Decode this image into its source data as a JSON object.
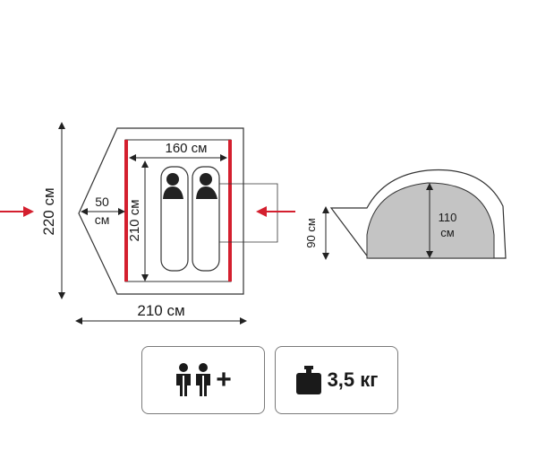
{
  "floor_plan": {
    "dim_width_inner": "160 см",
    "dim_length_inner": "210 см",
    "dim_total_length": "220 см",
    "dim_total_width": "210 см",
    "dim_vestibule_value": "50",
    "dim_vestibule_unit": "см"
  },
  "side_view": {
    "dim_inner_height_value": "110",
    "dim_inner_height_unit": "см",
    "dim_entrance_height": "90 см"
  },
  "badges": {
    "capacity_suffix": "+",
    "weight": "3,5 кг"
  },
  "colors": {
    "outline": "#222222",
    "wall_red": "#d41f2e",
    "arrow_red": "#d41f2e",
    "dome_gray": "#c4c4c4"
  }
}
